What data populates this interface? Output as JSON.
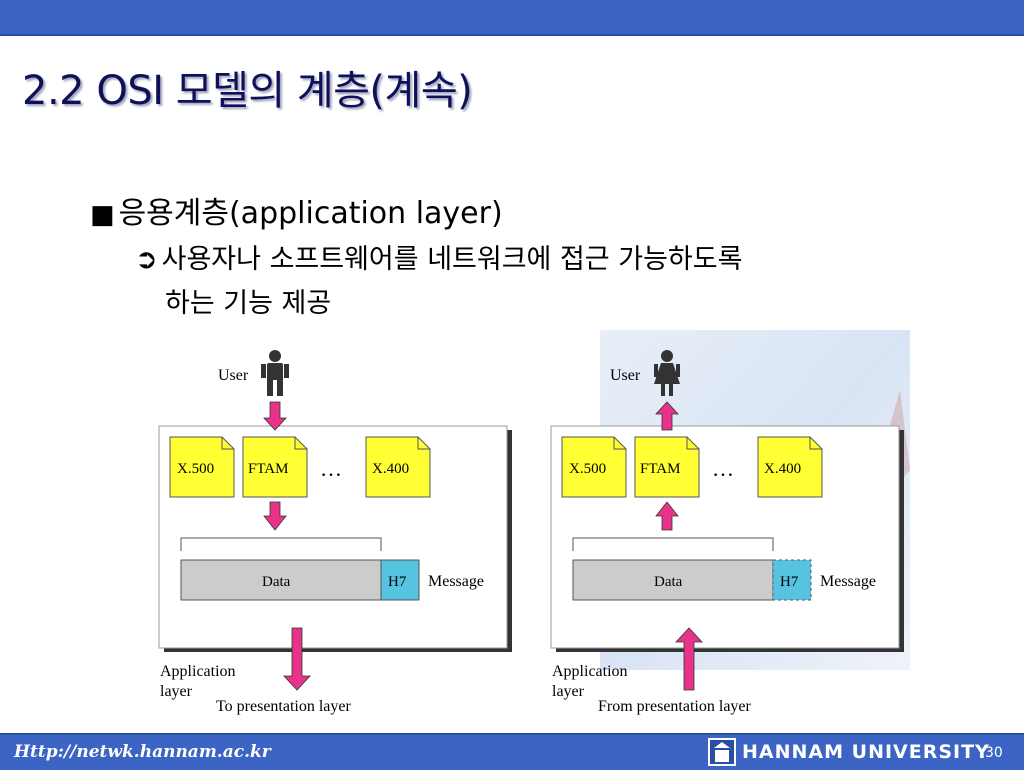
{
  "title": "2.2 OSI 모델의 계층(계속)",
  "bullet_level1": {
    "marker": "■",
    "text": "응용계층(application layer)"
  },
  "bullet_level2": {
    "marker": "➲",
    "line1": "사용자나 소프트웨어를 네트워크에 접근 가능하도록",
    "line2": "하는 기능 제공"
  },
  "diagram_left": {
    "user_label": "User",
    "services": [
      "X.500",
      "FTAM",
      "X.400"
    ],
    "ellipsis": "…",
    "data_label": "Data",
    "header_label": "H7",
    "message_label": "Message",
    "layer_label_line1": "Application",
    "layer_label_line2": "layer",
    "bottom_label": "To presentation layer"
  },
  "diagram_right": {
    "user_label": "User",
    "services": [
      "X.500",
      "FTAM",
      "X.400"
    ],
    "ellipsis": "…",
    "data_label": "Data",
    "header_label": "H7",
    "message_label": "Message",
    "layer_label_line1": "Application",
    "layer_label_line2": "layer",
    "bottom_label": "From presentation layer"
  },
  "footer": {
    "url": "Http://netwk.hannam.ac.kr",
    "university": "HANNAM UNIVERSITY",
    "page": "30"
  },
  "colors": {
    "bar": "#3b64c4",
    "title": "#10105a",
    "doc_yellow": "#ffff33",
    "arrow_pink": "#e8338a",
    "h7_blue": "#56c3e0",
    "data_gray": "#cccccc"
  }
}
